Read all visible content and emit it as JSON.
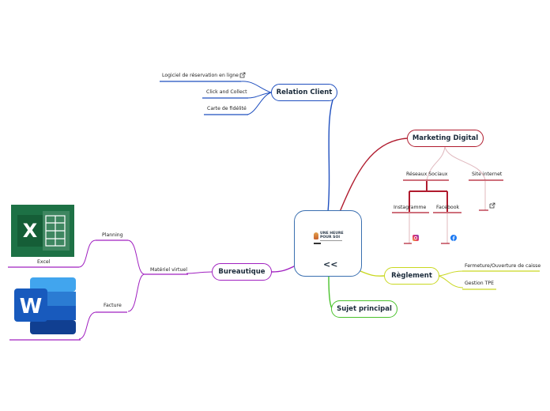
{
  "diagram": {
    "center": {
      "logo_lines": [
        "UNE HEURE",
        "POUR SOI"
      ],
      "collapse_label": "<<"
    },
    "branches": {
      "relation_client": {
        "label": "Relation Client",
        "color": "#1f4fbf",
        "items": [
          "Logiciel de réservation en ligne",
          "Click and Collect",
          "Carte de fidélité"
        ]
      },
      "marketing": {
        "label": "Marketing Digital",
        "color": "#b01b2e",
        "children": {
          "reseaux": {
            "label": "Réseaux Sociaux",
            "items": [
              "Instagramme",
              "Facebook"
            ]
          },
          "site": {
            "label": "Site internet"
          }
        }
      },
      "reglement": {
        "label": "Règlement",
        "color": "#c9d820",
        "items": [
          "Fermeture/Ouverture de caisse",
          "Gestion TPE"
        ]
      },
      "sujet": {
        "label": "Sujet principal",
        "color": "#49c22b"
      },
      "bureautique": {
        "label": "Bureautique",
        "color": "#a020c0",
        "children": {
          "materiel": {
            "label": "Matériel virtuel",
            "items": [
              "Planning",
              "Facture"
            ]
          }
        },
        "apps": [
          "Excel",
          ""
        ]
      }
    },
    "icons": [
      "external-link-icon",
      "instagram-icon",
      "facebook-icon",
      "excel-icon",
      "word-icon"
    ]
  }
}
